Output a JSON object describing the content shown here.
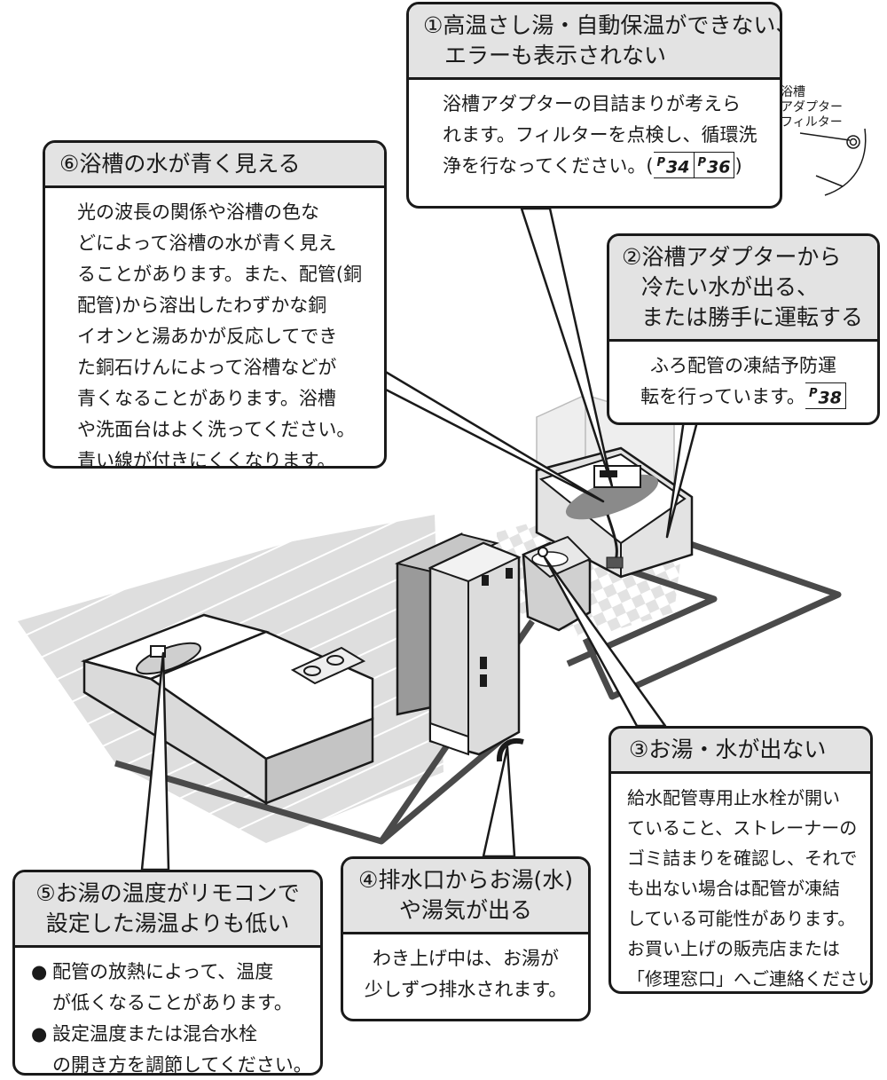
{
  "callouts": {
    "c1": {
      "title": [
        "①高温さし湯・自動保温ができない、",
        "エラーも表示されない"
      ],
      "body": [
        "浴槽アダプターの目詰まりが考えら",
        "れます。フィルターを点検し、循環洗",
        "浄を行なってください。("
      ],
      "refs": [
        "34",
        "36"
      ],
      "close": ")"
    },
    "c2": {
      "title": [
        "②浴槽アダプターから",
        "冷たい水が出る、",
        "または勝手に運転する"
      ],
      "body": [
        "ふろ配管の凍結予防運",
        "転を行っています。"
      ],
      "ref": "38"
    },
    "c3": {
      "title": "③お湯・水が出ない",
      "body": [
        "給水配管専用止水栓が開い",
        "ていること、ストレーナーの",
        "ゴミ詰まりを確認し、それで",
        "も出ない場合は配管が凍結",
        "している可能性があります。",
        "お買い上げの販売店または",
        "「修理窓口」へご連絡ください。"
      ]
    },
    "c4": {
      "title": [
        "④排水口からお湯(水)",
        "や湯気が出る"
      ],
      "body": [
        "わき上げ中は、お湯が",
        "少しずつ排水されます。"
      ]
    },
    "c5": {
      "title": [
        "⑤お湯の温度がリモコンで",
        "設定した湯温よりも低い"
      ],
      "bullets": [
        {
          "mark": "●",
          "lines": [
            "配管の放熱によって、温度",
            "が低くなることがあります。"
          ]
        },
        {
          "mark": "●",
          "lines": [
            "設定温度または混合水栓",
            "の開き方を調節してください。"
          ]
        }
      ]
    },
    "c6": {
      "title": "⑥浴槽の水が青く見える",
      "body": [
        "光の波長の関係や浴槽の色な",
        "どによって浴槽の水が青く見え",
        "ることがあります。また、配管(銅",
        "配管)から溶出したわずかな銅",
        "イオンと湯あかが反応してでき",
        "た銅石けんによって浴槽などが",
        "青くなることがあります。浴槽",
        "や洗面台はよく洗ってください。",
        "青い線が付きにくくなります。"
      ]
    }
  },
  "inset": {
    "label": [
      "浴槽",
      "アダプター",
      "フィルター"
    ]
  },
  "ref_prefix": "P",
  "colors": {
    "head_bg": "#e3e3e3",
    "border": "#1a1a1a",
    "pipe": "#4a4a4a",
    "floor": "#d6d6d6",
    "unit": "#dcdcdc"
  }
}
